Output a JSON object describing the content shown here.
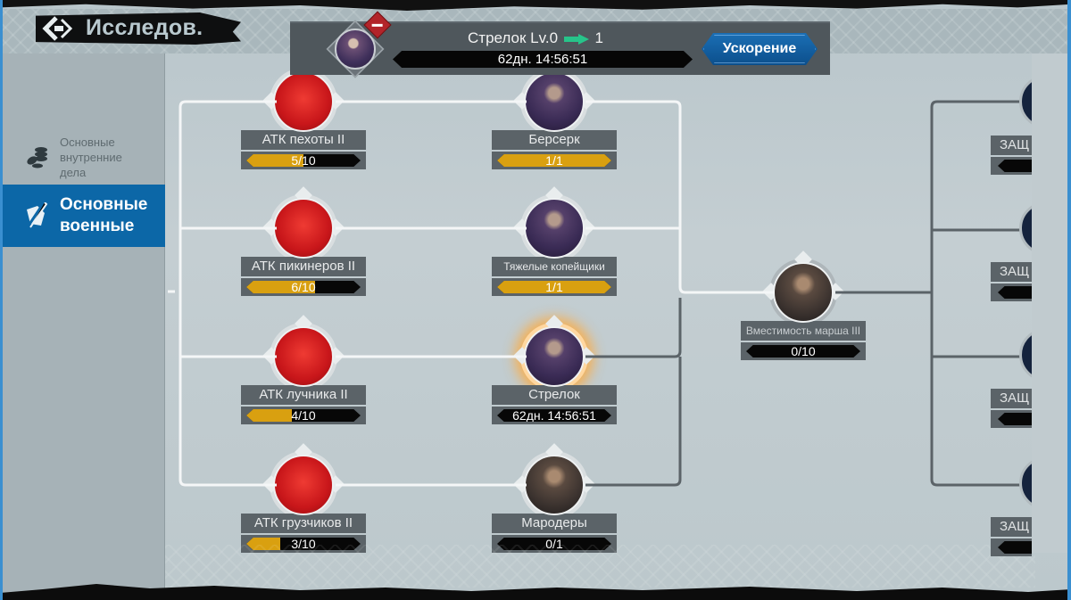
{
  "header": {
    "title": "Исследов.",
    "back_icon": "back-arrow-icon"
  },
  "current_research": {
    "name": "Стрелок Lv.0",
    "next_level": "1",
    "timer": "62дн. 14:56:51",
    "speedup_label": "Ускорение",
    "cancel_icon": "minus-icon"
  },
  "sidebar": {
    "items": [
      {
        "label": "Основные внутренние дела",
        "icon": "coins-icon",
        "active": false
      },
      {
        "label": "Основные военные",
        "icon": "sword-shield-icon",
        "active": true
      }
    ]
  },
  "tree": {
    "column1": [
      {
        "label": "АТК пехоты II",
        "progress": "5/10",
        "pct": 50
      },
      {
        "label": "АТК пикинеров II",
        "progress": "6/10",
        "pct": 60
      },
      {
        "label": "АТК лучника II",
        "progress": "4/10",
        "pct": 40
      },
      {
        "label": "АТК грузчиков II",
        "progress": "3/10",
        "pct": 30
      }
    ],
    "column2": [
      {
        "label": "Берсерк",
        "progress": "1/1",
        "pct": 100
      },
      {
        "label": "Тяжелые копейщики",
        "progress": "1/1",
        "pct": 100
      },
      {
        "label": "Стрелок",
        "progress": "62дн. 14:56:51",
        "pct": 0,
        "researching": true
      },
      {
        "label": "Мародеры",
        "progress": "0/1",
        "pct": 0
      }
    ],
    "column3": [
      {
        "label": "Вместимость марша III",
        "progress": "0/10",
        "pct": 0
      }
    ],
    "column4_partial": [
      {
        "label": "ЗАЩ"
      },
      {
        "label": "ЗАЩ"
      },
      {
        "label": "ЗАЩ"
      },
      {
        "label": "ЗАЩ"
      }
    ]
  },
  "colors": {
    "progress_fill": "#d9a010",
    "active_tab": "#0c67a7",
    "speedup_button": "#1b6fb5",
    "cancel_badge": "#b2242a",
    "arrow": "#27c48a"
  }
}
